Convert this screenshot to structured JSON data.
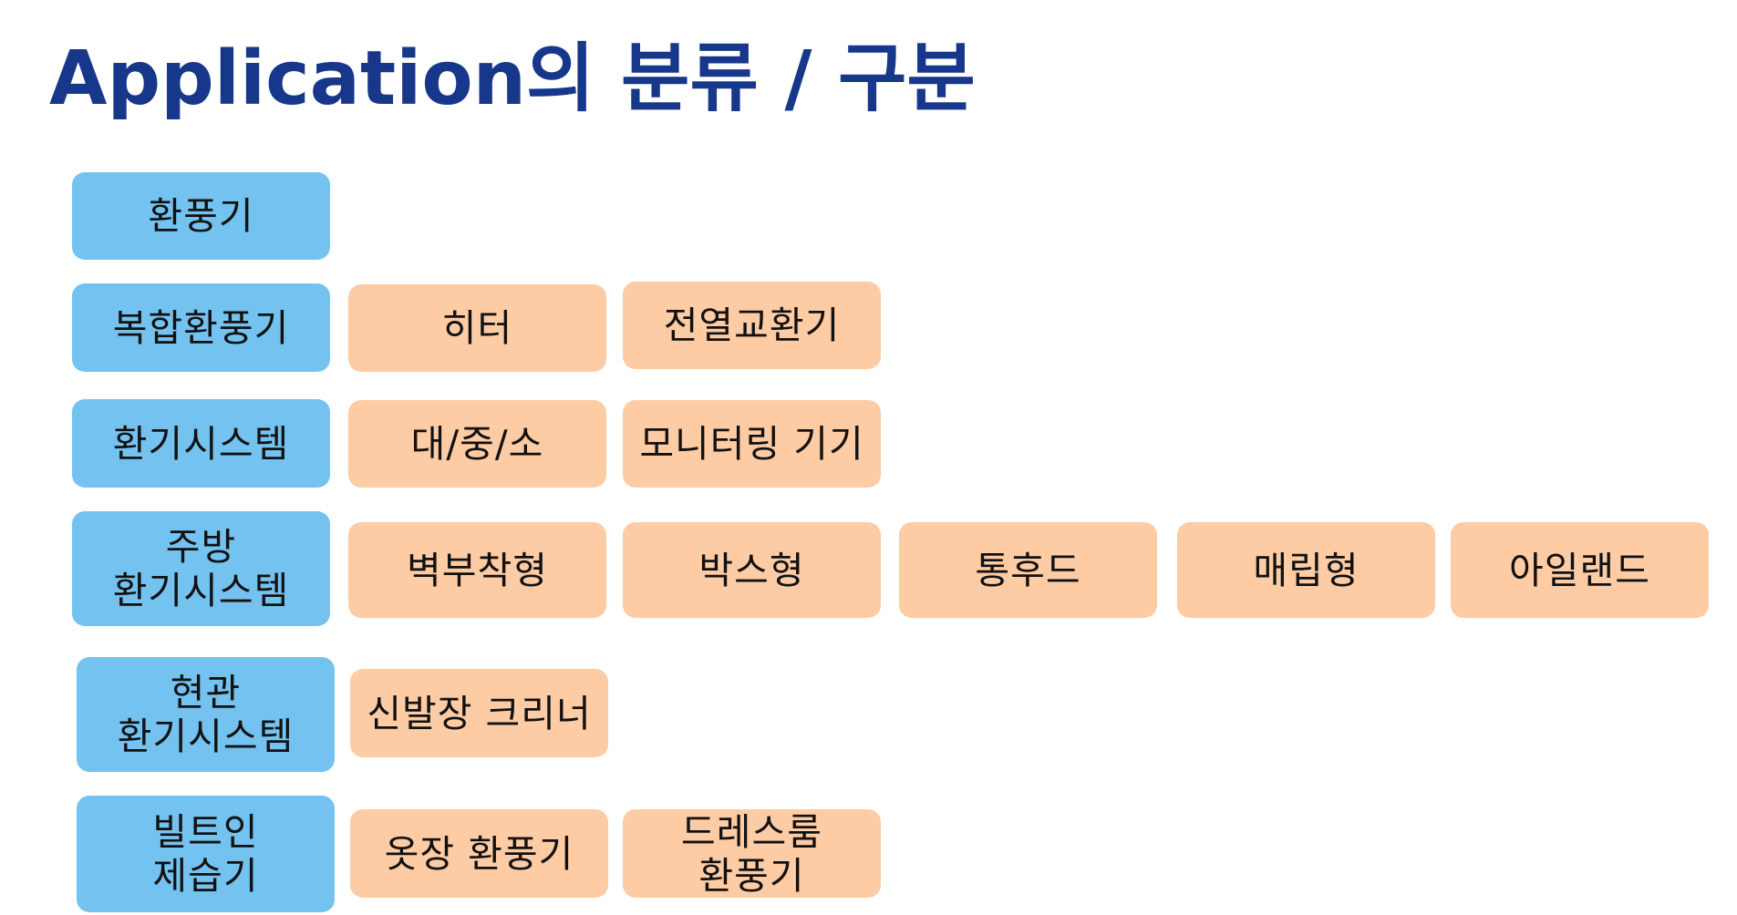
{
  "title": "Application의 분류 / 구분",
  "colors": {
    "title": "#17378a",
    "category_fill": "#74c2ef",
    "item_fill": "#fdcba4"
  },
  "rows": [
    {
      "category": "환풍기",
      "items": []
    },
    {
      "category": "복합환풍기",
      "items": [
        "히터",
        "전열교환기"
      ]
    },
    {
      "category": "환기시스템",
      "items": [
        "대/중/소",
        "모니터링 기기"
      ]
    },
    {
      "category": "주방\n환기시스템",
      "items": [
        "벽부착형",
        "박스형",
        "통후드",
        "매립형",
        "아일랜드"
      ]
    },
    {
      "category": "현관\n환기시스템",
      "items": [
        "신발장 크리너"
      ]
    },
    {
      "category": "빌트인\n제습기",
      "items": [
        "옷장 환풍기",
        "드레스룸\n환풍기"
      ]
    }
  ]
}
